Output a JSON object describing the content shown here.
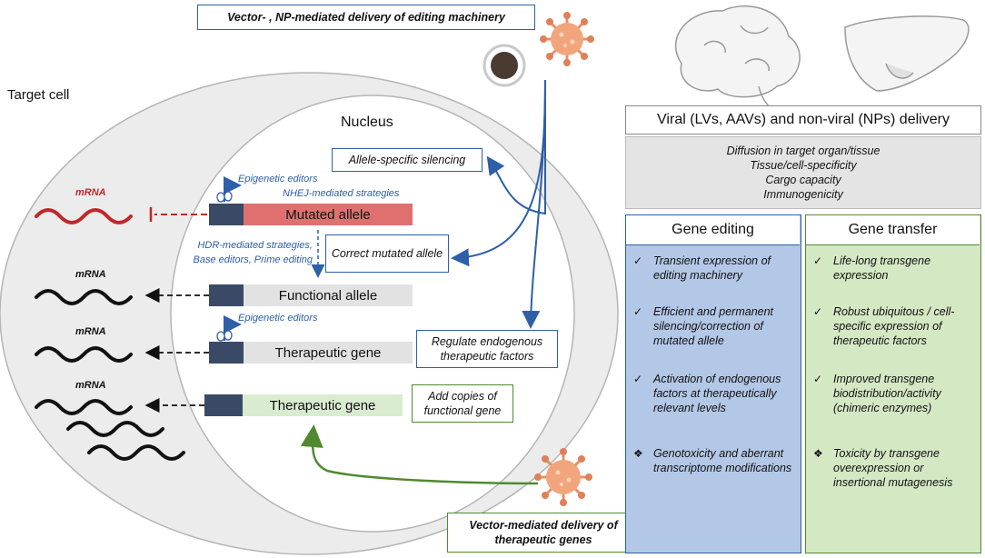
{
  "title_top": "Vector- , NP-mediated delivery of editing machinery",
  "target_cell": "Target cell",
  "nucleus": "Nucleus",
  "allele_specific": "Allele-specific silencing",
  "correct_mutated": "Correct mutated allele",
  "regulate_endogenous": "Regulate endogenous therapeutic factors",
  "add_copies": "Add copies of functional gene",
  "bottom_title": "Vector-mediated delivery of therapeutic genes",
  "epigenetic_1": "Epigenetic editors",
  "nhej": "NHEJ-mediated strategies",
  "hdr_1": "HDR-mediated strategies,",
  "hdr_2": "Base editors, Prime editing",
  "epigenetic_2": "Epigenetic editors",
  "genes": {
    "mutated": "Mutated allele",
    "functional": "Functional allele",
    "therapeutic1": "Therapeutic gene",
    "therapeutic2": "Therapeutic gene"
  },
  "mrna_labels": [
    "mRNA",
    "mRNA",
    "mRNA",
    "mRNA"
  ],
  "delivery_header": "Viral (LVs, AAVs) and non-viral (NPs) delivery",
  "delivery_items": [
    "Diffusion in target organ/tissue",
    "Tissue/cell-specificity",
    "Cargo capacity",
    "Immunogenicity"
  ],
  "gene_editing": {
    "title": "Gene editing",
    "items": [
      {
        "mark": "✓",
        "text": "Transient expression of editing machinery"
      },
      {
        "mark": "✓",
        "text": "Efficient and permanent silencing/correction of mutated allele"
      },
      {
        "mark": "✓",
        "text": "Activation of endogenous factors at therapeutically relevant levels"
      },
      {
        "mark": "❖",
        "text": "Genotoxicity and aberrant transcriptome modifications"
      }
    ]
  },
  "gene_transfer": {
    "title": "Gene transfer",
    "items": [
      {
        "mark": "✓",
        "text": "Life-long transgene expression"
      },
      {
        "mark": "✓",
        "text": "Robust ubiquitous / cell-specific expression of therapeutic factors"
      },
      {
        "mark": "✓",
        "text": "Improved transgene biodistribution/activity (chimeric enzymes)"
      },
      {
        "mark": "❖",
        "text": "Toxicity by transgene overexpression or insertional mutagenesis"
      }
    ]
  },
  "colors": {
    "blue": "#2e5fa8",
    "green": "#4f8a2e",
    "mutated_fill": "#e07070",
    "functional_fill": "#e2e2e2",
    "therapeutic_green": "#d9ecd0",
    "panel_blue": "#b3c7e6",
    "panel_green": "#d4e8c4",
    "mrna_red": "#c0282a"
  }
}
